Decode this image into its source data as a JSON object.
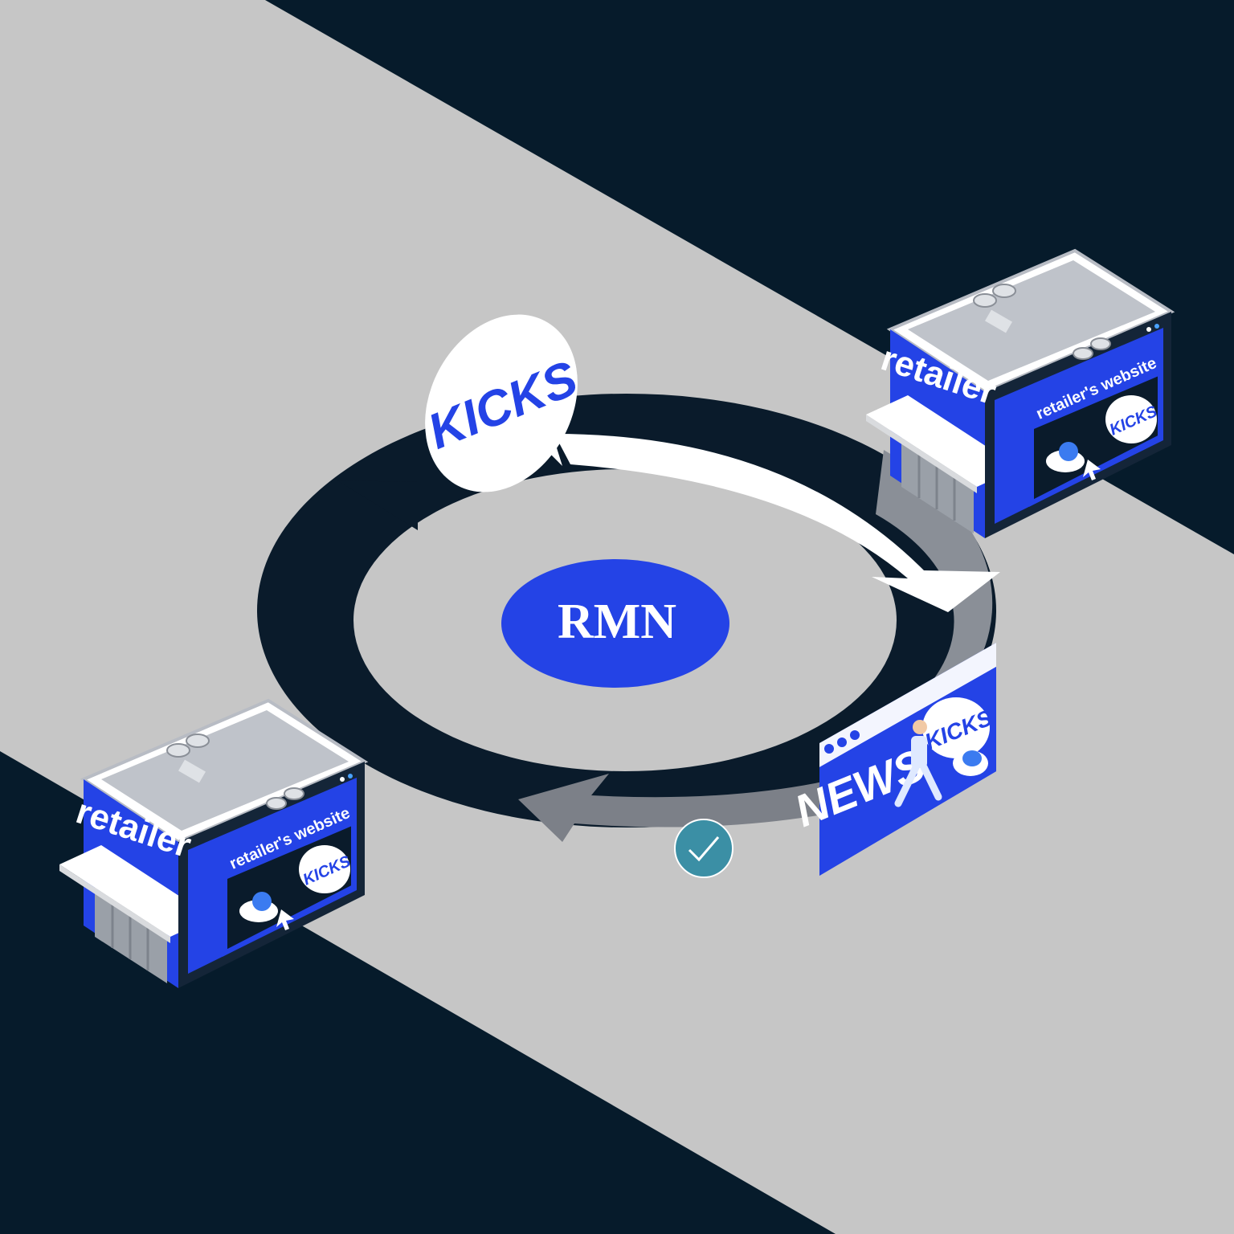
{
  "colors": {
    "background_dark": "#061b2b",
    "floor_band": "#c6c6c6",
    "brand_blue": "#2443e6",
    "ring_dark": "#0a1b2b",
    "ring_grey": "#8a8f97",
    "white": "#ffffff",
    "check_teal": "#3b8fa5"
  },
  "center": {
    "label": "RMN"
  },
  "kicks_bubble": {
    "label": "KICKS"
  },
  "news_panel": {
    "title": "NEWS",
    "badge": "KICKS"
  },
  "store_top": {
    "sign": "retailer",
    "website_label": "retailer's website",
    "badge": "KICKS"
  },
  "store_bottom": {
    "sign": "retailer",
    "website_label": "retailer's website",
    "badge": "KICKS"
  },
  "icons": [
    "sneaker-icon",
    "cursor-icon",
    "check-icon",
    "runner-icon"
  ]
}
